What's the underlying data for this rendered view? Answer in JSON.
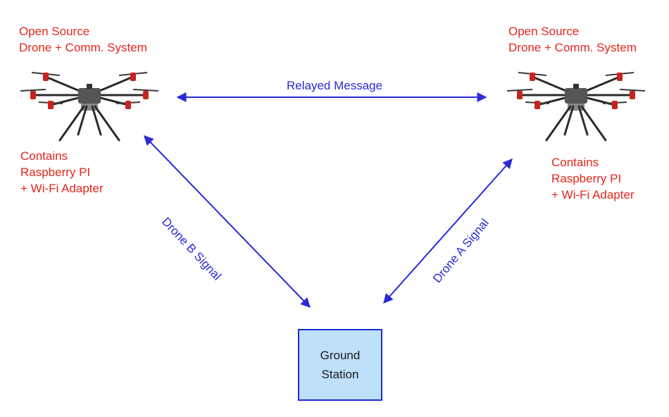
{
  "drone_left": {
    "title_line1": "Open Source",
    "title_line2": "Drone + Comm. System",
    "contains_line1": "Contains",
    "contains_line2": "Raspberry PI",
    "contains_line3": "+ Wi-Fi Adapter"
  },
  "drone_right": {
    "title_line1": "Open Source",
    "title_line2": "Drone + Comm. System",
    "contains_line1": "Contains",
    "contains_line2": "Raspberry PI",
    "contains_line3": "+ Wi-Fi Adapter"
  },
  "links": {
    "relayed": "Relayed Message",
    "drone_b": "Drone B Signal",
    "drone_a": "Drone A Signal"
  },
  "ground_station": {
    "line1": "Ground",
    "line2": "Station"
  },
  "colors": {
    "label_red": "#e3261c",
    "arrow_blue": "#2a2ad8",
    "box_fill": "#bfe0fb",
    "box_border": "#1d2bd2"
  },
  "icons": [
    "drone-icon"
  ]
}
